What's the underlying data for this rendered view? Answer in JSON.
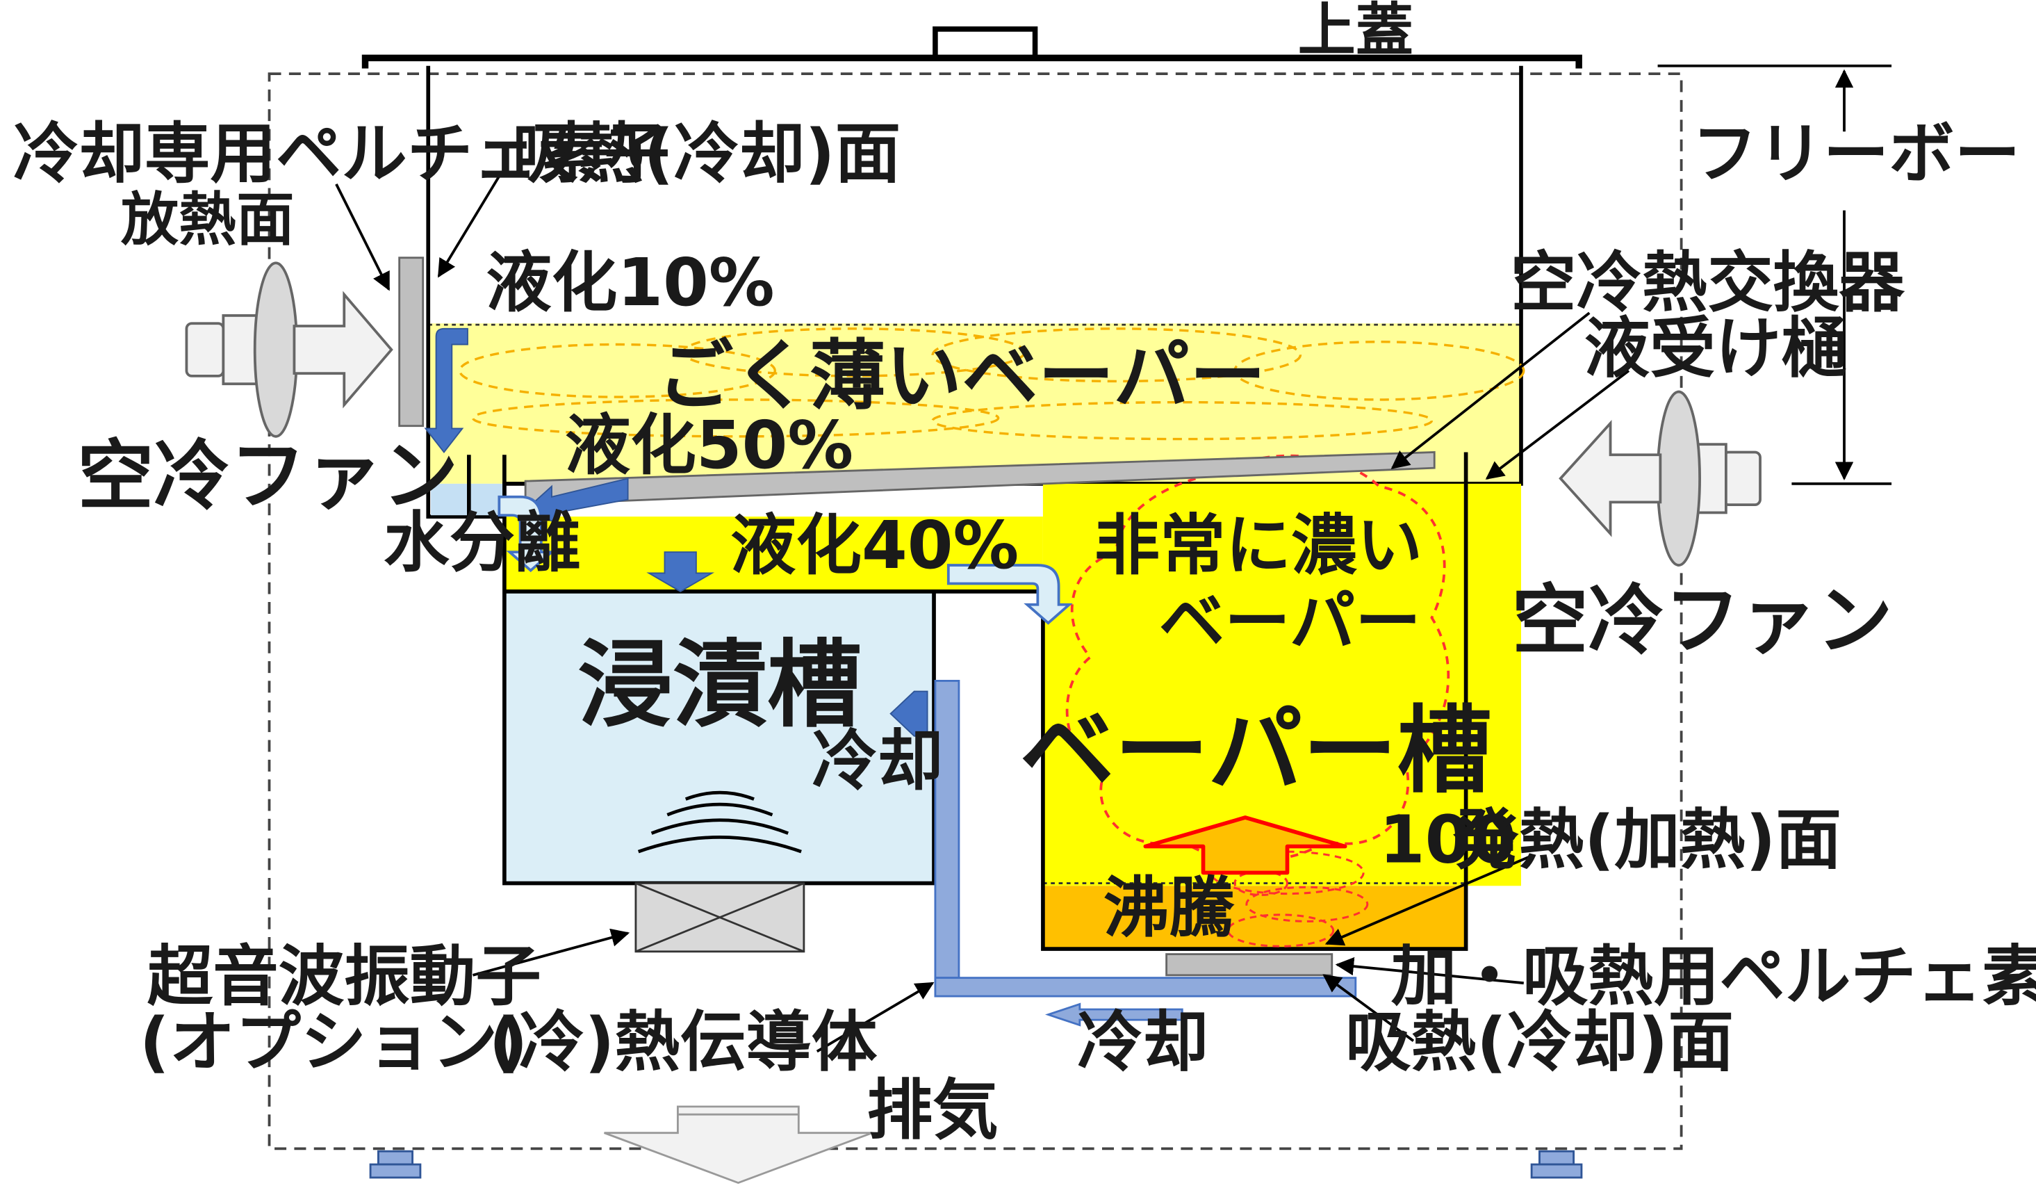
{
  "labels": {
    "lid": "上蓋",
    "freeboard": "フリーボード",
    "cooling_peltier": "冷却専用ペルチェ素子",
    "heat_release_face": "放熱面",
    "absorb_face_top": "吸熱(冷却)面",
    "liquefaction_10": "液化10%",
    "liquefaction_50": "液化50%",
    "liquefaction_40": "液化40%",
    "thin_vapor": "ごく薄いベーパー",
    "air_heat_exchanger": "空冷熱交換器",
    "liquid_trough": "液受け樋",
    "fan_left": "空冷ファン",
    "fan_right": "空冷ファン",
    "water_separation": "水分離",
    "dense_vapor_line1": "非常に濃い",
    "dense_vapor_line2": "ベーパー",
    "immersion_tank": "浸漬槽",
    "vapor_tank": "ベーパー槽",
    "cooling_mid": "冷却",
    "boiling": "沸騰",
    "temp_100": "100",
    "heat_face": "発熱(加熱)面",
    "heat_absorb_peltier": "加・吸熱用ペルチェ素子",
    "absorb_face_bottom": "吸熱(冷却)面",
    "ultrasonic_line1": "超音波振動子",
    "ultrasonic_line2": "(オプション)",
    "heat_conductor": "(冷)熱伝導体",
    "cooling_bottom": "冷却",
    "exhaust": "排気"
  },
  "colors": {
    "vapor_yellow": "#ffff00",
    "thin_vapor_yellow": "#ffff99",
    "immersion_blue": "#dbeef7",
    "boiling_orange": "#ffc000",
    "arrow_blue": "#4472c4",
    "conductor_blue": "#8faadc",
    "heat_arrow_red": "#ff0000",
    "dashed_red": "#ff3030",
    "exchanger_gray": "#bfbfbf"
  }
}
